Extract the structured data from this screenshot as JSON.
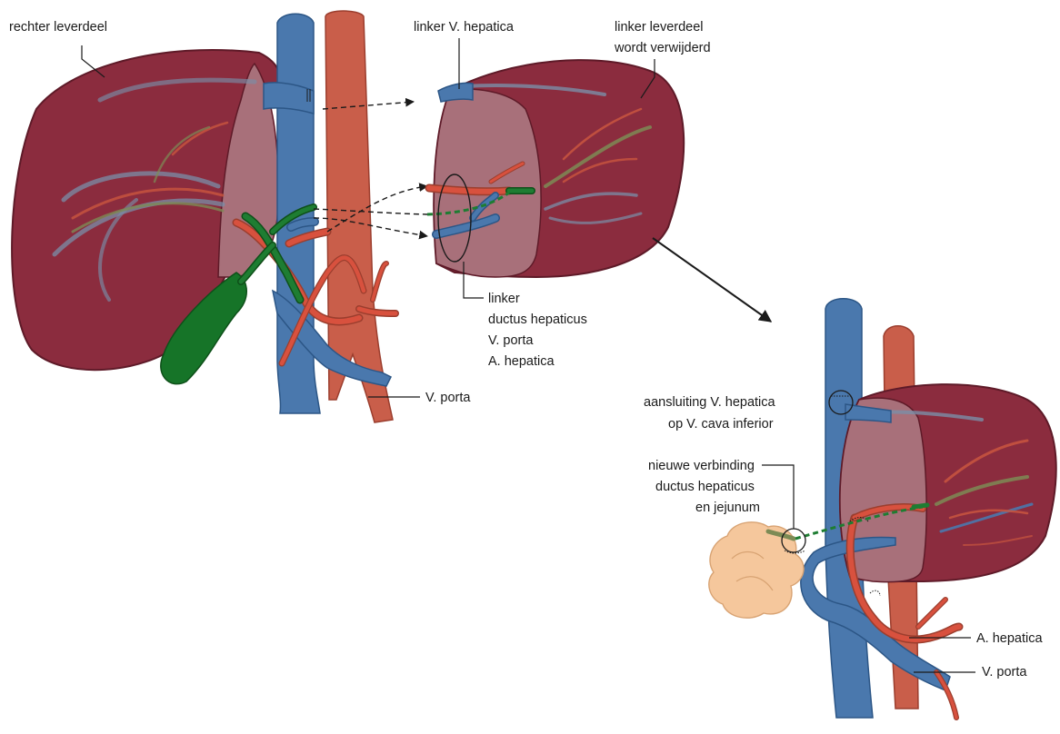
{
  "labels": {
    "right_lobe": "rechter leverdeel",
    "left_hepatic_vein": "linker V. hepatica",
    "left_lobe_line1": "linker leverdeel",
    "left_lobe_line2": "wordt verwijderd",
    "left_structures_line1": "linker",
    "left_structures_line2": "ductus hepaticus",
    "left_structures_line3": "V. porta",
    "left_structures_line4": "A. hepatica",
    "portal_vein_left": "V. porta",
    "anastomosis_vein_line1": "aansluiting V. hepatica",
    "anastomosis_vein_line2": "op V. cava inferior",
    "new_connection_line1": "nieuwe verbinding",
    "new_connection_line2": "ductus hepaticus",
    "new_connection_line3": "en jejunum",
    "hepatic_artery_right": "A. hepatica",
    "portal_vein_right": "V. porta"
  },
  "colors": {
    "liver": "#8b2c3e",
    "liver_outline": "#5e1a28",
    "liver_cut_surface": "#a8707a",
    "vena_cava": "#4a78ad",
    "aorta": "#c95e4a",
    "artery": "#d8513e",
    "bile_duct": "#1e7d32",
    "gallbladder": "#167428",
    "jejunum": "#f5c79c"
  }
}
